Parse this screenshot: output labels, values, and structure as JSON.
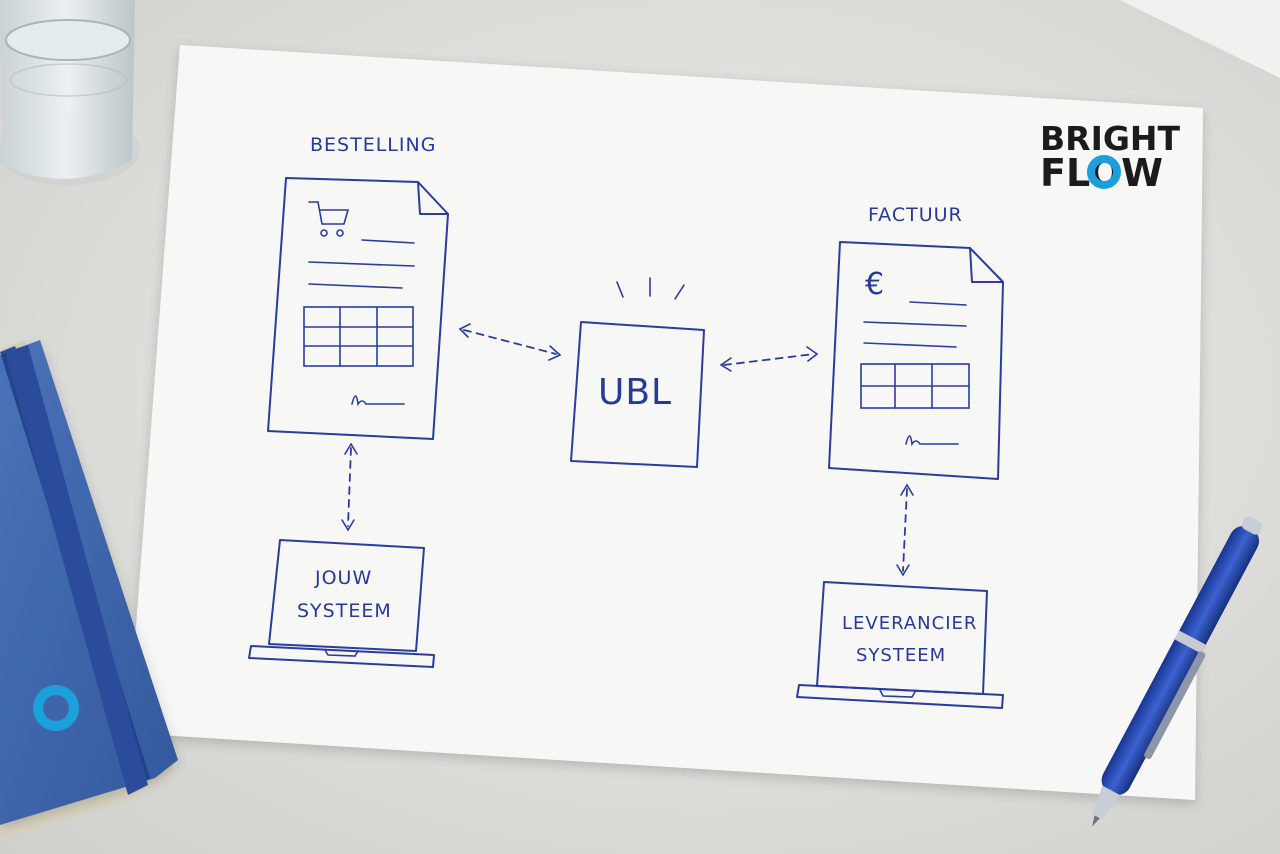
{
  "diagram": {
    "order_label": "BESTELLING",
    "invoice_label": "FACTUUR",
    "center_label": "UBL",
    "your_system_line1": "JOUW",
    "your_system_line2": "SYSTEEM",
    "supplier_system_line1": "LEVERANCIER",
    "supplier_system_line2": "SYSTEEM",
    "currency_symbol": "€"
  },
  "logo": {
    "line1": "BRIGHT",
    "line2": "FLOW",
    "accent_color": "#1ba0dc"
  },
  "colors": {
    "ink": "#2a3d9e",
    "paper": "#f7f7f6",
    "notebook": "#3f65a8",
    "pen": "#2645a6"
  },
  "icons": {
    "order_icon": "shopping-cart-icon",
    "invoice_icon": "euro-icon"
  }
}
